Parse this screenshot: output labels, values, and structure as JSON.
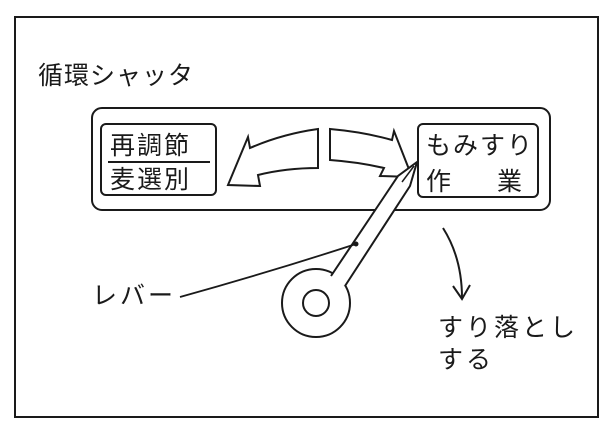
{
  "title": "循環シャッタ",
  "left_box": {
    "top": "再調節",
    "bottom": "麦選別"
  },
  "right_box": {
    "top": "もみすり",
    "bottom_left": "作",
    "bottom_right": "業"
  },
  "lever_label": "レバー",
  "drop_note": {
    "line1": "すり落とし",
    "line2": "する"
  },
  "colors": {
    "ink": "#1a1a1a",
    "background": "#ffffff"
  },
  "icons": [
    "left-arrow-icon",
    "right-arrow-icon",
    "drop-arrow-icon",
    "lever-pivot-icon"
  ]
}
